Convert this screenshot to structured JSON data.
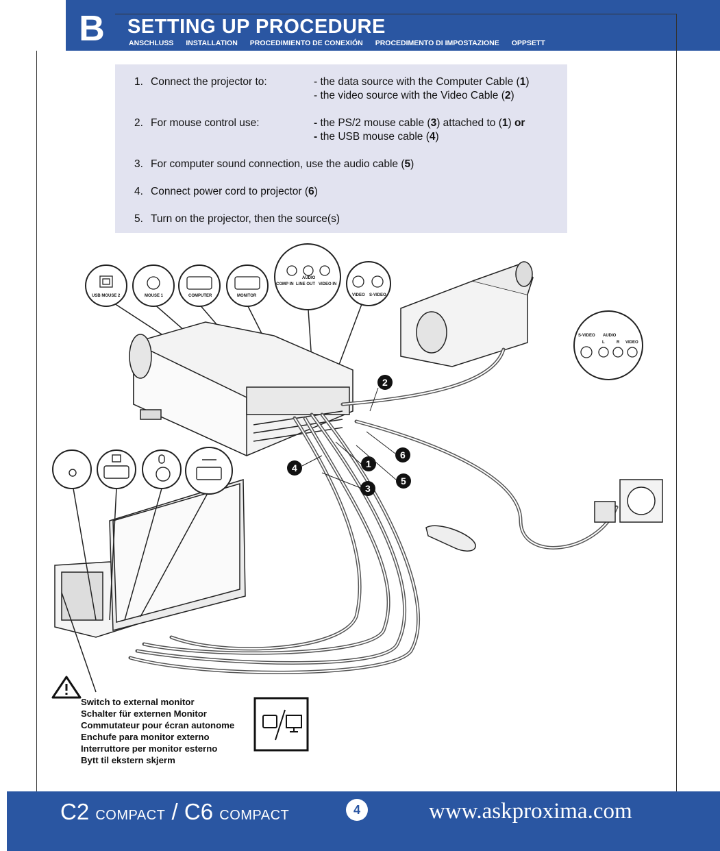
{
  "header": {
    "section_letter": "B",
    "title": "SETTING UP PROCEDURE",
    "translations": [
      "ANSCHLUSS",
      "INSTALLATION",
      "PROCEDIMIENTO DE CONEXIÓN",
      "PROCEDIMENTO DI IMPOSTAZIONE",
      "OPPSETT"
    ]
  },
  "steps": {
    "s1": {
      "num": "1.",
      "text": "Connect the projector to:",
      "d1_pre": "- the data source with the Computer Cable (",
      "d1_b": "1",
      "d1_post": ")",
      "d2_pre": "- the video source with the Video Cable (",
      "d2_b": "2",
      "d2_post": ")"
    },
    "s2": {
      "num": "2.",
      "text": "For mouse control use:",
      "d1_a": "- ",
      "d1_pre": "the PS/2 mouse cable (",
      "d1_b": "3",
      "d1_mid": ") attached to (",
      "d1_b2": "1",
      "d1_post": ") ",
      "d1_or": "or",
      "d2_a": "- ",
      "d2_pre": "the USB mouse cable (",
      "d2_b": "4",
      "d2_post": ")"
    },
    "s3": {
      "num": "3.",
      "pre": "For computer sound connection, use the audio cable (",
      "b": "5",
      "post": ")"
    },
    "s4": {
      "num": "4.",
      "pre": "Connect power cord to projector (",
      "b": "6",
      "post": ")"
    },
    "s5": {
      "num": "5.",
      "text": "Turn on the projector, then the source(s)"
    }
  },
  "projector_ports": {
    "usb": "USB MOUSE 2",
    "mouse": "MOUSE 1",
    "computer": "COMPUTER",
    "monitor": "MONITOR",
    "audio": "AUDIO",
    "comp_in": "COMP IN",
    "line_out": "LINE OUT",
    "video_in": "VIDEO IN",
    "video": "VIDEO",
    "svideo": "S-VIDEO"
  },
  "camcorder_ports": {
    "svideo": "S-VIDEO",
    "audio": "AUDIO",
    "l": "L",
    "r": "R",
    "video": "VIDEO"
  },
  "cable_numbers": [
    "1",
    "2",
    "3",
    "4",
    "5",
    "6"
  ],
  "warning": {
    "icon": "warning-triangle-icon",
    "lines": [
      "Switch to external monitor",
      "Schalter für externen Monitor",
      "Commutateur pour écran autonome",
      "Enchufe para monitor externo",
      "Interruttore per monitor esterno",
      "Bytt til ekstern skjerm"
    ]
  },
  "footer": {
    "model_a": "C2",
    "model_a_suffix": "COMPACT",
    "separator": "/",
    "model_b": "C6",
    "model_b_suffix": "COMPACT",
    "page_number": "4",
    "website": "www.askproxima.com"
  },
  "colors": {
    "brand_blue": "#2a56a2",
    "panel_bg": "#e2e3f0"
  }
}
